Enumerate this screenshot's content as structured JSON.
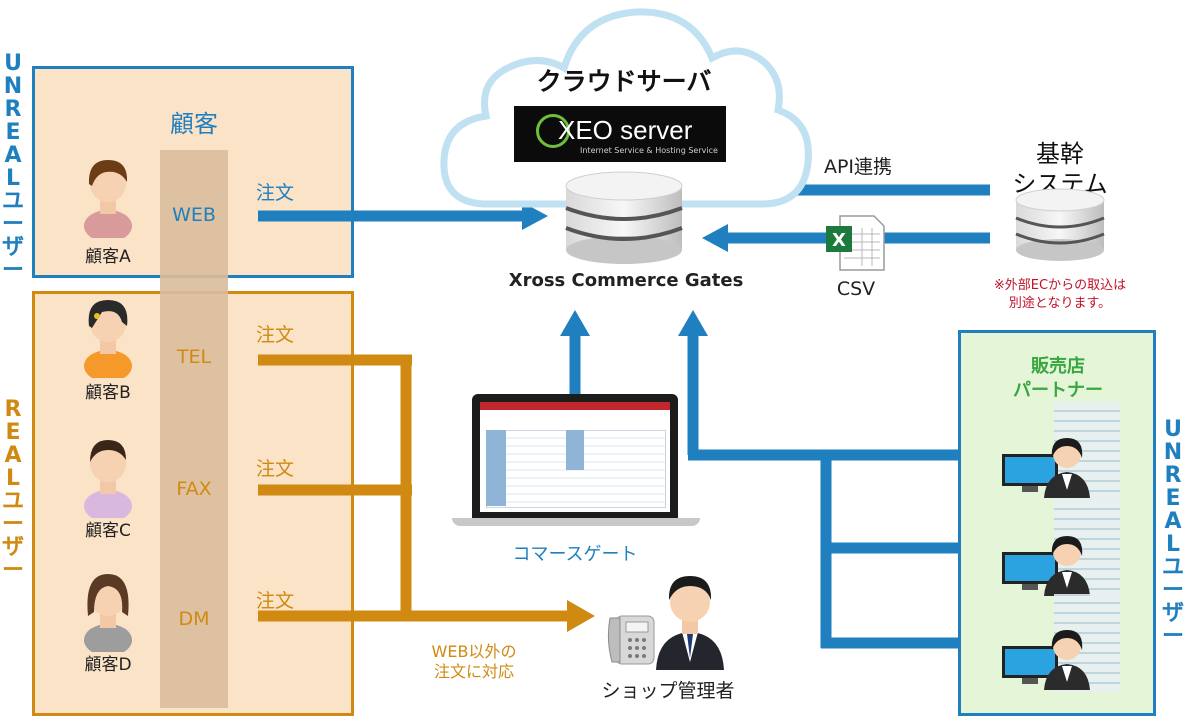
{
  "left_panel": {
    "unreal_label": "UNREALユーザー",
    "real_label": "REALユーザー",
    "customers_title": "顧客",
    "customers": [
      {
        "name": "顧客A",
        "channel": "WEB",
        "order": "注文"
      },
      {
        "name": "顧客B",
        "channel": "TEL",
        "order": "注文"
      },
      {
        "name": "顧客C",
        "channel": "FAX",
        "order": "注文"
      },
      {
        "name": "顧客D",
        "channel": "DM",
        "order": "注文"
      }
    ]
  },
  "cloud": {
    "title": "クラウドサーバ",
    "logo_main": "XEO server",
    "logo_sub": "Internet Service & Hosting Service",
    "db_label": "Xross Commerce Gates"
  },
  "core": {
    "title_line1": "基幹",
    "title_line2": "システム",
    "api_label": "API連携",
    "csv_label": "CSV",
    "note_line1": "※外部ECからの取込は",
    "note_line2": "別途となります。"
  },
  "laptop": {
    "label": "コマースゲート"
  },
  "shop": {
    "label": "ショップ管理者",
    "handle_line1": "WEB以外の",
    "handle_line2": "注文に対応"
  },
  "partner": {
    "title_line1": "販売店",
    "title_line2": "パートナー",
    "unreal_label": "UNREALユーザー"
  },
  "colors": {
    "blue": "#1f7fbf",
    "orange": "#d08a12",
    "panel_peach": "#fbe3c8",
    "panel_green": "#e4f5d8",
    "partner_green": "#3aa640",
    "red_note": "#c0102a"
  }
}
